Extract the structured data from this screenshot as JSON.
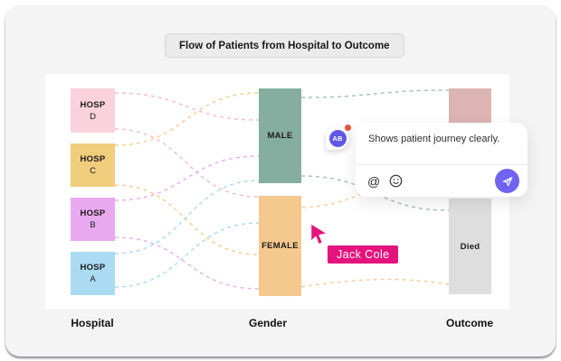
{
  "board": {
    "canvas_bg": "#f4f4f5",
    "page_bg": "#ffffff"
  },
  "title": {
    "label": "Flow of Patients from Hospital to Outcome"
  },
  "chart_data": {
    "type": "sankey",
    "title": "Flow of Patients from Hospital to Outcome",
    "columns": [
      {
        "label": "Hospital"
      },
      {
        "label": "Gender"
      },
      {
        "label": "Outcome"
      }
    ],
    "nodes": [
      {
        "id": "hosp-d",
        "column": "Hospital",
        "label": "HOSP",
        "sublabel": "D",
        "color": "#fad2de"
      },
      {
        "id": "hosp-c",
        "column": "Hospital",
        "label": "HOSP",
        "sublabel": "C",
        "color": "#f0cc7d"
      },
      {
        "id": "hosp-b",
        "column": "Hospital",
        "label": "HOSP",
        "sublabel": "B",
        "color": "#e9a9ef"
      },
      {
        "id": "hosp-a",
        "column": "Hospital",
        "label": "HOSP",
        "sublabel": "A",
        "color": "#abdbf3"
      },
      {
        "id": "male",
        "column": "Gender",
        "label": "MALE",
        "color": "#85ada0"
      },
      {
        "id": "female",
        "column": "Gender",
        "label": "FEMALE",
        "color": "#f5c98d"
      },
      {
        "id": "outcome-top",
        "column": "Outcome",
        "label": "",
        "color": "#dcb5b2"
      },
      {
        "id": "died",
        "column": "Outcome",
        "label": "Died",
        "color": "#dedede"
      }
    ],
    "links": [
      {
        "from": "hosp-d",
        "to": "male",
        "color": "#f0a8c4"
      },
      {
        "from": "hosp-d",
        "to": "female",
        "color": "#f0a8c4"
      },
      {
        "from": "hosp-c",
        "to": "male",
        "color": "#ecc274"
      },
      {
        "from": "hosp-c",
        "to": "female",
        "color": "#ecc274"
      },
      {
        "from": "hosp-b",
        "to": "male",
        "color": "#dd9be4"
      },
      {
        "from": "hosp-b",
        "to": "female",
        "color": "#dd9be4"
      },
      {
        "from": "hosp-a",
        "to": "male",
        "color": "#93d0f0"
      },
      {
        "from": "hosp-a",
        "to": "female",
        "color": "#93d0f0"
      },
      {
        "from": "male",
        "to": "outcome-top",
        "color": "#8ab0a2"
      },
      {
        "from": "male",
        "to": "died",
        "color": "#8ab0a2"
      },
      {
        "from": "female",
        "to": "outcome-top",
        "color": "#f3c083"
      },
      {
        "from": "female",
        "to": "died",
        "color": "#f3c083"
      }
    ]
  },
  "comment_pin": {
    "initials": "AB",
    "avatar_color": "#6159e6",
    "badge_color": "#e8533c"
  },
  "comment": {
    "text": "Shows patient journey clearly.",
    "mention_icon": "@",
    "icons": [
      "mention-icon",
      "emoji-icon",
      "send-icon"
    ],
    "send_color": "#7163ef"
  },
  "cursor": {
    "name": "Jack Cole",
    "color": "#e5137d"
  }
}
